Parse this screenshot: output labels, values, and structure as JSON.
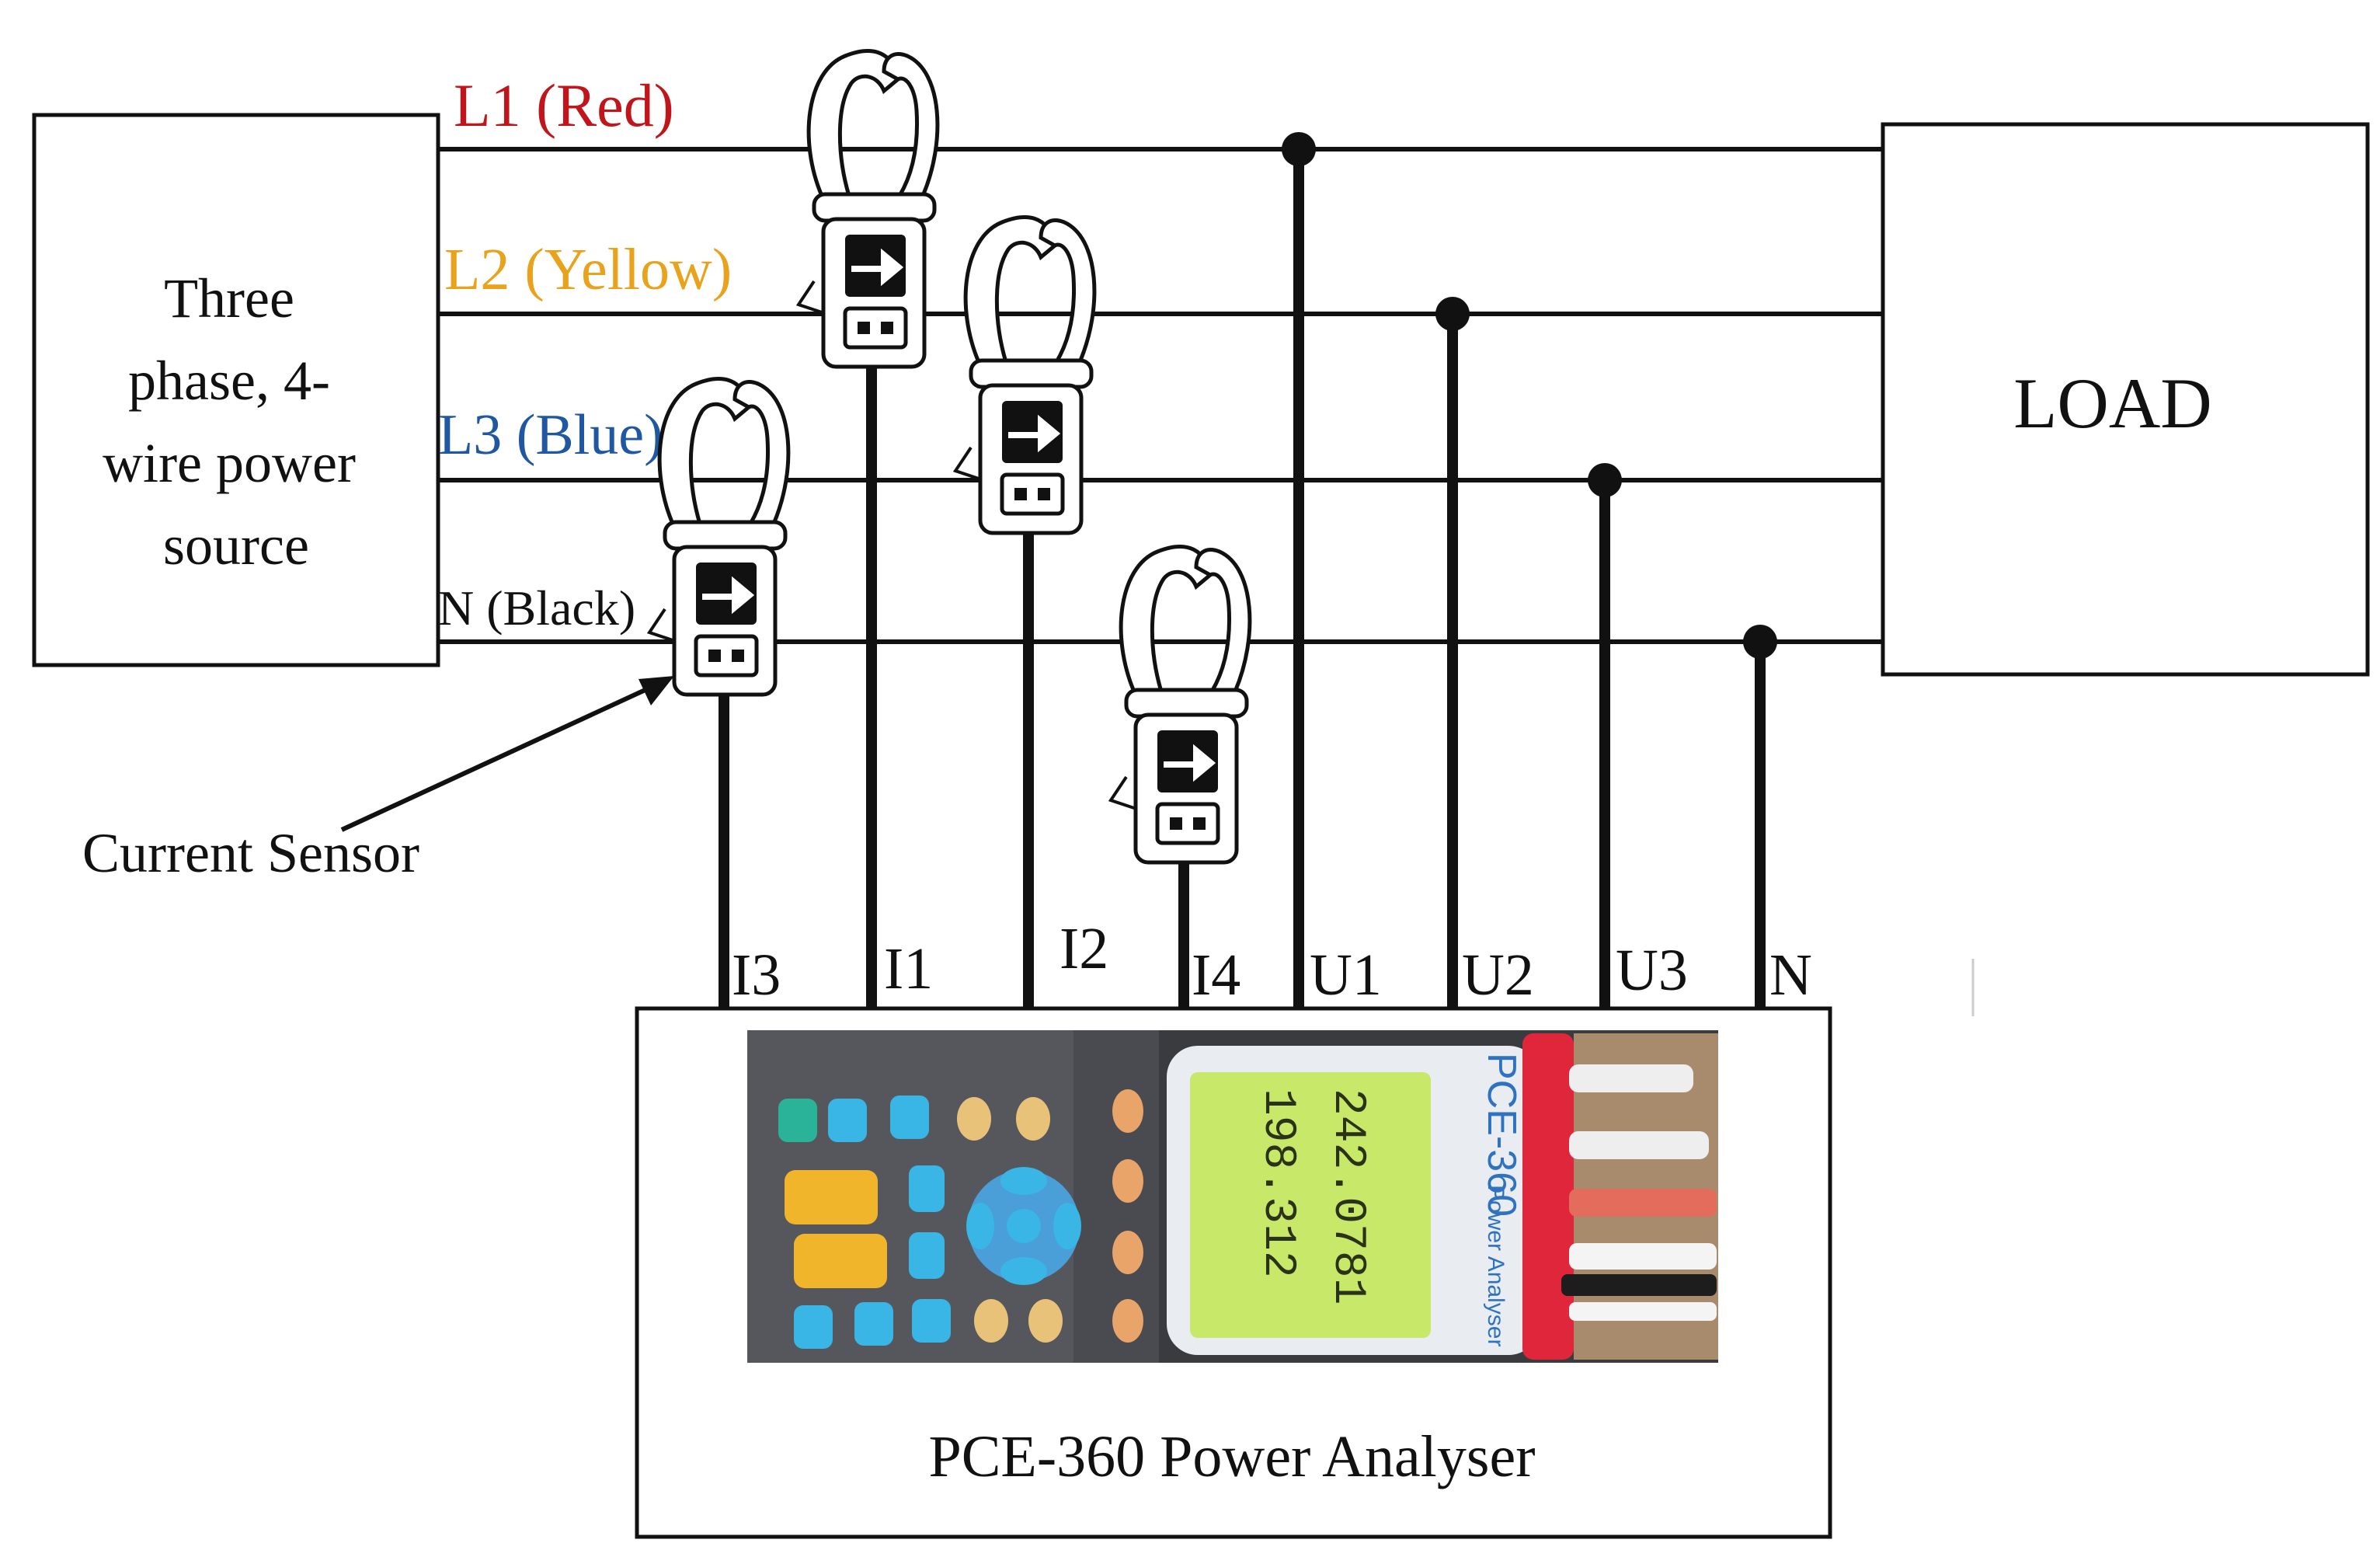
{
  "source": {
    "lines": [
      "Three",
      "phase, 4-",
      "wire power",
      "source"
    ]
  },
  "load": {
    "label": "LOAD"
  },
  "wires": [
    {
      "label": "L1 (Red)",
      "color": "#c0161b"
    },
    {
      "label": "L2 (Yellow)",
      "color": "#e8a21c"
    },
    {
      "label": "L3 (Blue)",
      "color": "#1f57a3"
    },
    {
      "label": "N (Black)",
      "color": "#111111"
    }
  ],
  "sensor": {
    "label": "Current Sensor"
  },
  "terminals": [
    "I3",
    "I1",
    "I2",
    "I4",
    "U1",
    "U2",
    "U3",
    "N"
  ],
  "analyser": {
    "label": "PCE-360 Power Analyser",
    "device_brand": "PCE-360",
    "device_sub": "Power Analyser",
    "screen_values": [
      "242.0781",
      "198.312"
    ],
    "accent_color": "#e0263a",
    "screen_color": "#c8e86a"
  }
}
